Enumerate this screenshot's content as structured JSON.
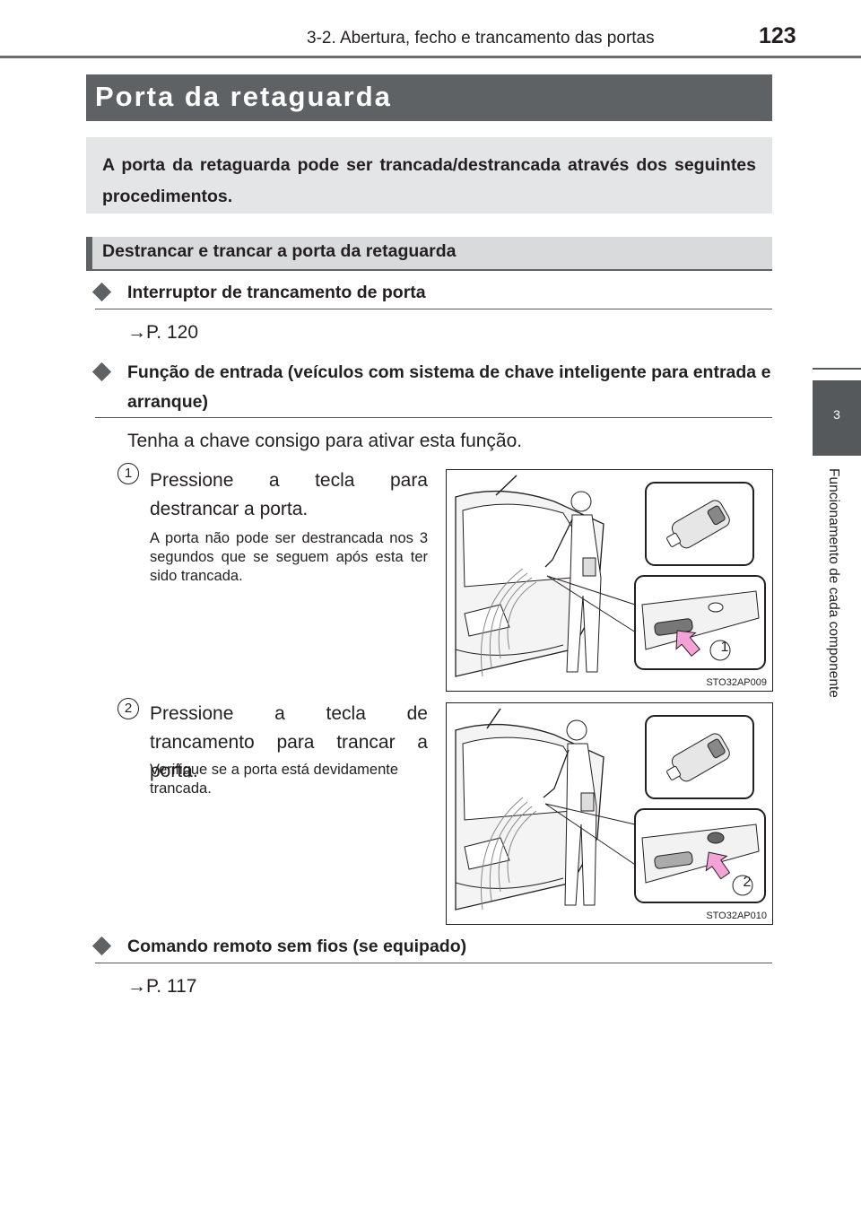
{
  "header": {
    "chapter_title": "3-2. Abertura, fecho e trancamento das portas",
    "page_number": "123"
  },
  "side_tab": {
    "number": "3",
    "title": "Funcionamento de cada componente"
  },
  "title": "Porta da retaguarda",
  "intro": "A porta da retaguarda pode ser trancada/destrancada através dos seguintes procedimentos.",
  "section_heading": "Destrancar e trancar a porta da retaguarda",
  "items": [
    {
      "heading": "Interruptor de trancamento de porta",
      "ref": "→P. 120"
    },
    {
      "heading": "Função de entrada (veículos com sistema de chave inteligente para entrada e arranque)",
      "description": "Tenha a chave consigo para ativar esta função.",
      "steps": [
        {
          "number": "1",
          "text": "Pressione a tecla para destrancar a porta.",
          "note": "A porta não pode ser destrancada nos 3 segundos que se seguem após esta ter sido trancada.",
          "figure_label": "1",
          "figure_code": "STO32AP009"
        },
        {
          "number": "2",
          "text": "Pressione a tecla de trancamento para trancar a porta.",
          "note": "Verifique se a porta está devidamente trancada.",
          "figure_label": "2",
          "figure_code": "STO32AP010"
        }
      ]
    },
    {
      "heading": "Comando remoto sem fios (se equipado)",
      "ref": "→P. 117"
    }
  ],
  "colors": {
    "title_bar": "#5e6264",
    "intro_box": "#e4e5e6",
    "section_heading_bg": "#d9dadb",
    "side_tab": "#55595b",
    "arrow_pink": "#f5a3d6"
  },
  "icons": [
    "diamond-bullet-icon",
    "arrow-icon"
  ]
}
